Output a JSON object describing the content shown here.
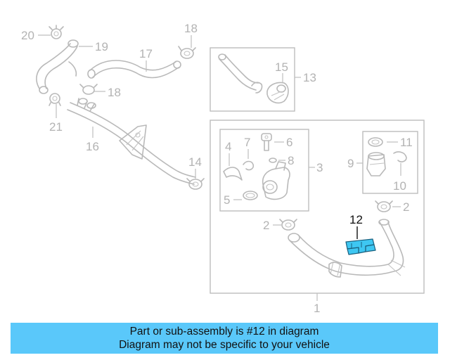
{
  "diagram": {
    "callouts": {
      "c1": "1",
      "c2a": "2",
      "c2b": "2",
      "c3": "3",
      "c4": "4",
      "c5": "5",
      "c6": "6",
      "c7": "7",
      "c8": "8",
      "c9": "9",
      "c10": "10",
      "c11": "11",
      "c12": "12",
      "c13": "13",
      "c14": "14",
      "c15": "15",
      "c16": "16",
      "c17": "17",
      "c18a": "18",
      "c18b": "18",
      "c19": "19",
      "c20": "20",
      "c21": "21"
    },
    "highlighted_part": "12",
    "colors": {
      "highlight": "#3ec7f2",
      "banner": "#5ac8fa",
      "line_art": "#b9b9b9"
    }
  },
  "banner": {
    "line1": "Part or sub-assembly is #12 in diagram",
    "line2": "Diagram may not be specific to your vehicle"
  }
}
